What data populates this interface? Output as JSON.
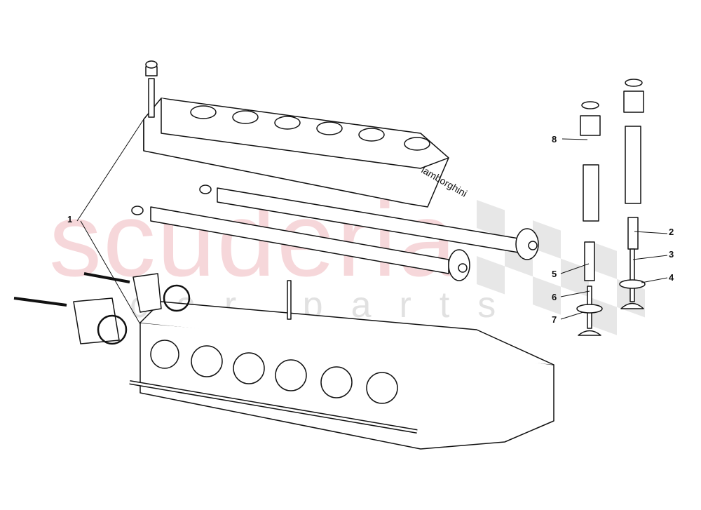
{
  "diagram": {
    "callouts": [
      {
        "id": "1",
        "label": "1"
      },
      {
        "id": "2",
        "label": "2"
      },
      {
        "id": "3",
        "label": "3"
      },
      {
        "id": "4",
        "label": "4"
      },
      {
        "id": "5",
        "label": "5"
      },
      {
        "id": "6",
        "label": "6"
      },
      {
        "id": "7",
        "label": "7"
      },
      {
        "id": "8",
        "label": "8"
      }
    ],
    "cover_logo": "lamborghini"
  },
  "watermark": {
    "brand": "scuderia",
    "sub": "car parts",
    "brand_color": "#e68c96",
    "checker_color": "#cccccc"
  }
}
